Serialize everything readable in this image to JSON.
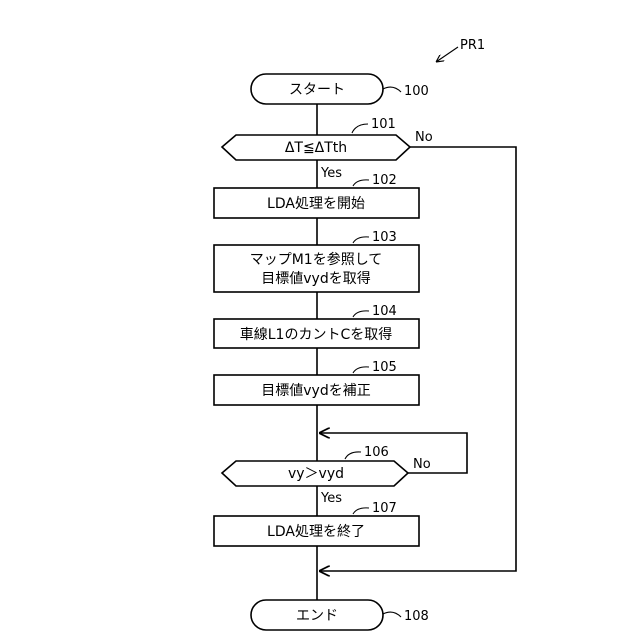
{
  "program_ref": "PR1",
  "steps": {
    "start": {
      "label": "スタート",
      "ref": "100"
    },
    "check_dt": {
      "label": "ΔT≦ΔTth",
      "ref": "101",
      "yes": "Yes",
      "no": "No"
    },
    "lda_start": {
      "label": "LDA処理を開始",
      "ref": "102"
    },
    "get_target": {
      "line1": "マップM1を参照して",
      "line2": "目標値vydを取得",
      "ref": "103"
    },
    "get_cant": {
      "label": "車線L1のカントCを取得",
      "ref": "104"
    },
    "correct_target": {
      "label": "目標値vydを補正",
      "ref": "105"
    },
    "check_vy": {
      "label": "vy＞vyd",
      "ref": "106",
      "yes": "Yes",
      "no": "No"
    },
    "lda_end": {
      "label": "LDA処理を終了",
      "ref": "107"
    },
    "end": {
      "label": "エンド",
      "ref": "108"
    }
  }
}
